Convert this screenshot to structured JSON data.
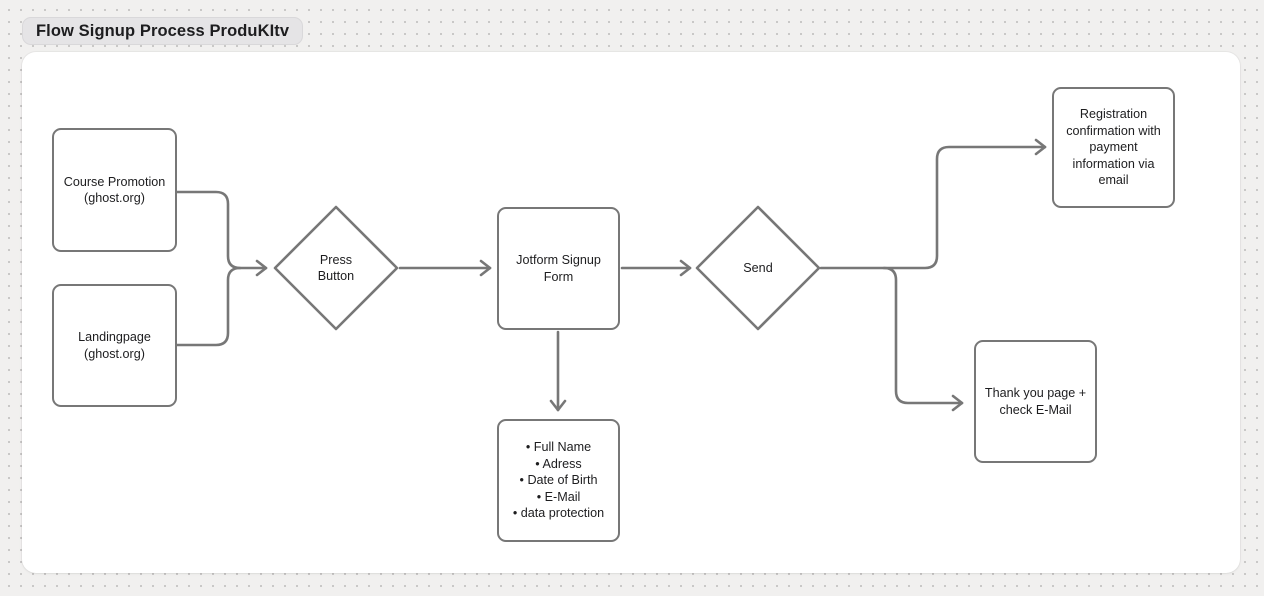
{
  "title": "Flow Signup Process ProduKItv",
  "colors": {
    "outer_background": "#f1f0ef",
    "canvas_background": "#ffffff",
    "stroke": "#777777",
    "text": "#1d1d1f",
    "title_pill_background": "#e5e4e6"
  },
  "nodes": {
    "course_promotion": {
      "shape": "rectangle",
      "label": "Course Promotion (ghost.org)"
    },
    "landingpage": {
      "shape": "rectangle",
      "label": "Landingpage (ghost.org)"
    },
    "press_button": {
      "shape": "diamond",
      "label": "Press Button"
    },
    "jotform": {
      "shape": "rectangle",
      "label": "Jotform Signup Form"
    },
    "send": {
      "shape": "diamond",
      "label": "Send"
    },
    "registration_confirmation": {
      "shape": "rectangle",
      "label": "Registration confirmation with payment information via email"
    },
    "thank_you": {
      "shape": "rectangle",
      "label": "Thank you page + check E-Mail"
    },
    "form_fields": {
      "shape": "rectangle",
      "items": [
        "Full Name",
        "Adress",
        "Date of Birth",
        "E-Mail",
        "data protection"
      ]
    }
  },
  "edges": [
    {
      "from": "course_promotion",
      "to": "press_button"
    },
    {
      "from": "landingpage",
      "to": "press_button"
    },
    {
      "from": "press_button",
      "to": "jotform"
    },
    {
      "from": "jotform",
      "to": "send"
    },
    {
      "from": "jotform",
      "to": "form_fields"
    },
    {
      "from": "send",
      "to": "registration_confirmation"
    },
    {
      "from": "send",
      "to": "thank_you"
    }
  ]
}
